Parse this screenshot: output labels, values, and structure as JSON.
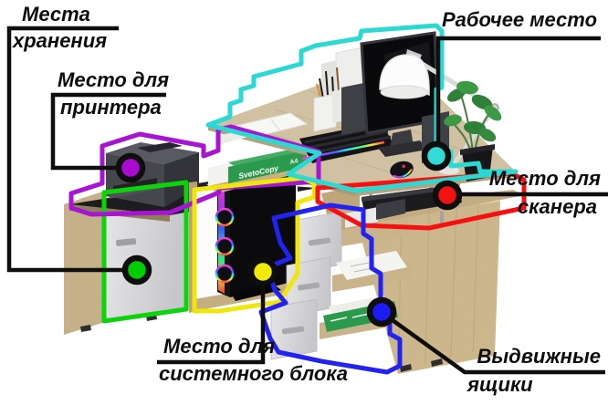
{
  "diagram": {
    "background": "#ffffff",
    "line_color": "#0e0e0e",
    "text_color": "#0e0e0e",
    "callouts": {
      "storage": {
        "line1": "Места",
        "line2": "хранения",
        "dot": "#00ce00"
      },
      "printer": {
        "line1": "Место для",
        "line2": "принтера",
        "dot": "#aa0bd0"
      },
      "workplace": {
        "line1": "Рабочее место",
        "dot": "#32dcd6"
      },
      "scanner": {
        "line1": "Место для",
        "line2": "сканера",
        "dot": "#f31111"
      },
      "system_unit": {
        "line1": "Место для",
        "line2": "системного блока",
        "dot": "#f2ea06"
      },
      "drawers": {
        "line1": "Выдвижные",
        "line2": "ящики",
        "dot": "#1b1bf4"
      }
    },
    "zones": {
      "storage": "#0bd40b",
      "printer": "#a714d4",
      "workplace": "#2bd9d3",
      "scanner": "#f51111",
      "system_unit": "#efe70c",
      "drawers": "#2222f2"
    },
    "paper_ream": {
      "brand": "SvetoCopy",
      "size": "A4"
    }
  }
}
